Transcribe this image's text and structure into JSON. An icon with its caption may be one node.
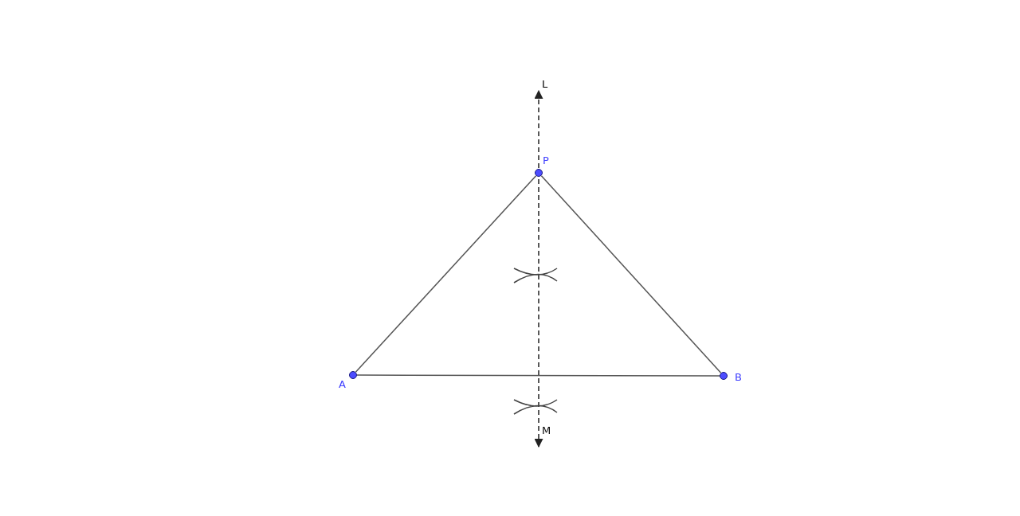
{
  "diagram": {
    "nodes": [
      {
        "text": [
          "L"
        ]
      },
      {
        "text": [
          "P"
        ]
      },
      {
        "text": [
          "A"
        ]
      },
      {
        "text": [
          "B"
        ]
      },
      {
        "text": [
          "M"
        ]
      }
    ],
    "edges": [
      {
        "from": 1,
        "to": 2,
        "arrow": "none"
      },
      {
        "from": 1,
        "to": 3,
        "arrow": "none"
      },
      {
        "from": 2,
        "to": 3,
        "arrow": "none"
      },
      {
        "from": 4,
        "to": 0,
        "arrow": "both",
        "style": "dashed",
        "color": "#222222"
      }
    ]
  }
}
